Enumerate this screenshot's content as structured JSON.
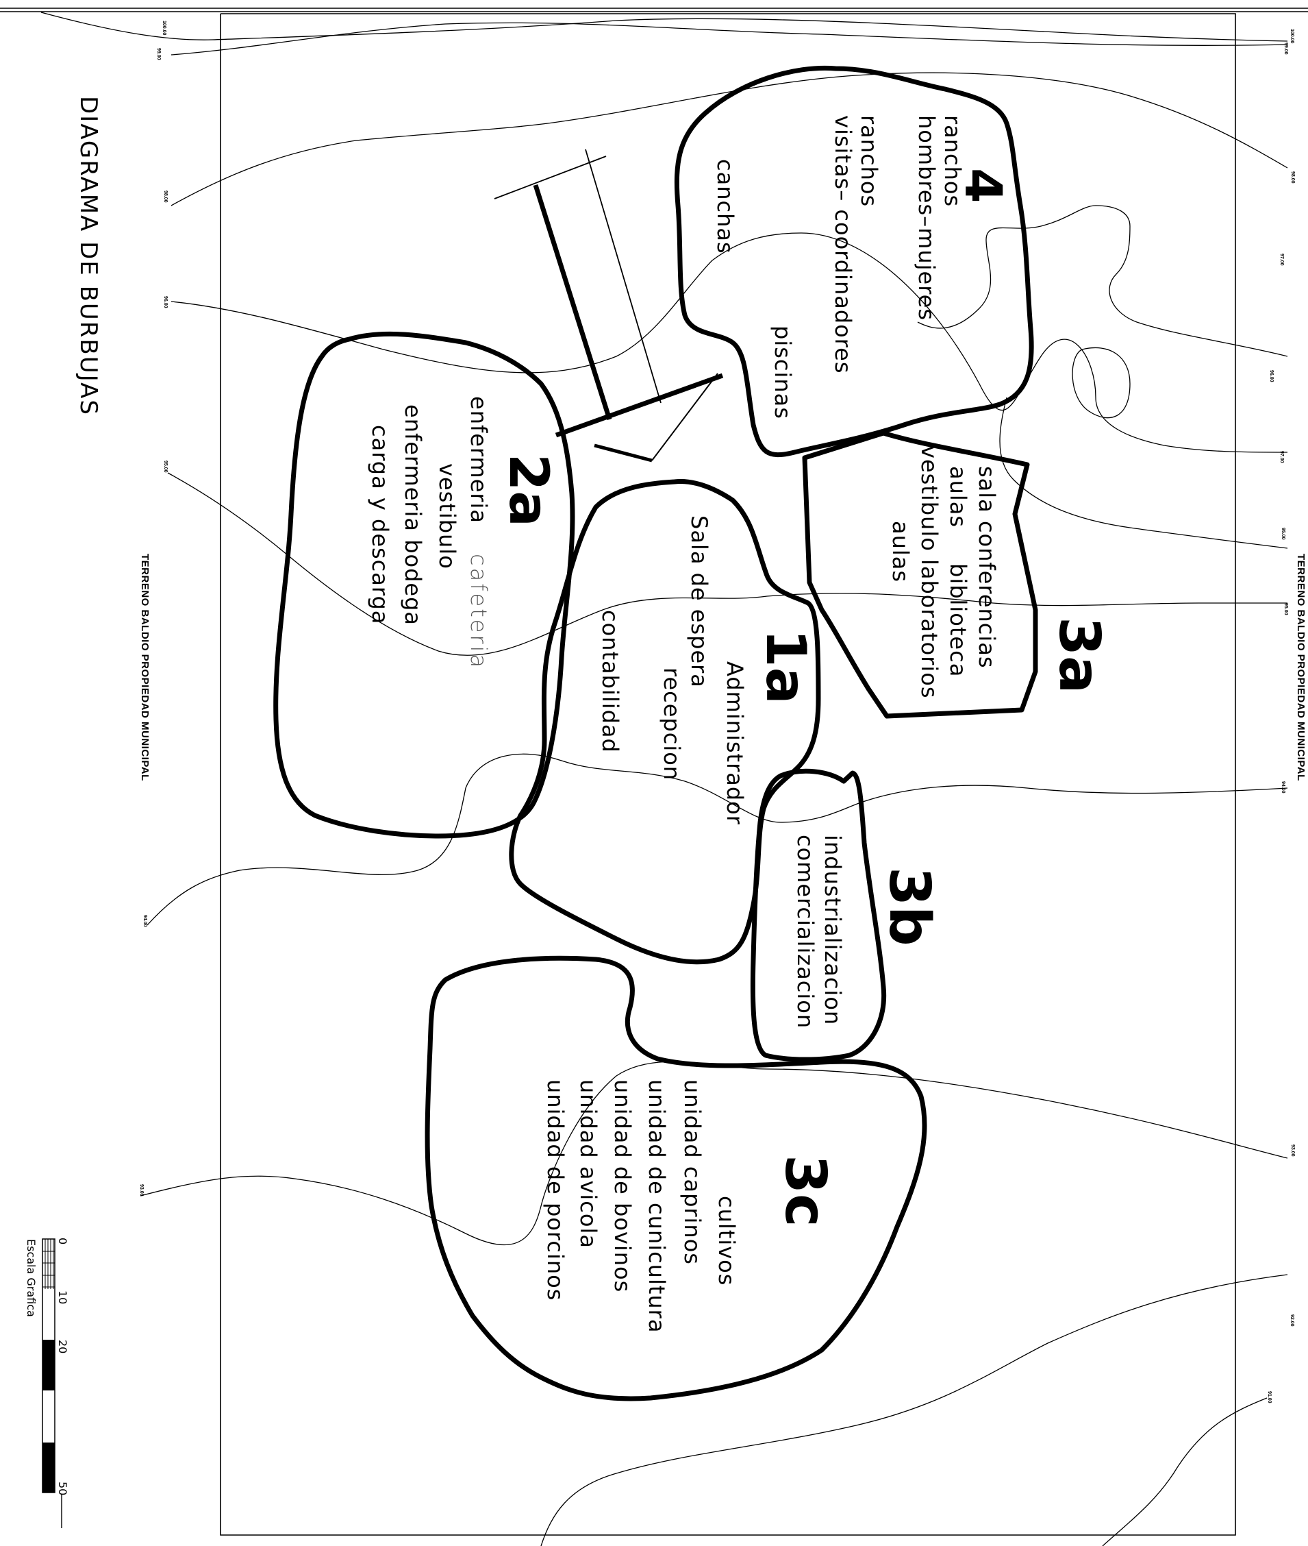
{
  "title": "DIAGRAMA DE BURBUJAS",
  "border_label": "TERRENO BALDIO PROPIEDAD MUNICIPAL",
  "bubbles": {
    "b4": {
      "number": "4",
      "lines": [
        "ranchos",
        "hombres–mujeres",
        "ranchos",
        "visitas– coordinadores",
        "piscinas",
        "canchas"
      ]
    },
    "b2a": {
      "number": "2a",
      "lines": [
        "enfermeria",
        "cafeteria",
        "vestibulo",
        "enfermeria bodega",
        "carga y descarga"
      ]
    },
    "b3a": {
      "number": "3a",
      "lines": [
        "sala conferencias",
        "aulas",
        "biblioteca",
        "vestibulo laboratorios",
        "aulas"
      ]
    },
    "b1a": {
      "number": "1a",
      "lines": [
        "Administrador",
        "Sala de espera",
        "recepcion",
        "contabilidad"
      ]
    },
    "b3b": {
      "number": "3b",
      "lines": [
        "industrializacion",
        "comercializacion"
      ]
    },
    "b3c": {
      "number": "3c",
      "lines": [
        "cultivos",
        "unidad caprinos",
        "unidad de cunicultura",
        "unidad de bovinos",
        "unidad avicola",
        "unidad de porcinos"
      ]
    }
  },
  "scale": {
    "title": "Escala Grafica",
    "ticks": [
      "0",
      "10",
      "20",
      "50"
    ]
  },
  "elevations": {
    "left": [
      "100.00",
      "99.00",
      "98.00",
      "96.00",
      "95.00",
      "94.00",
      "93.00"
    ],
    "right": [
      "100.00",
      "99.00",
      "98.00",
      "97.00",
      "96.00",
      "97.00",
      "95.00",
      "95.00",
      "94.00",
      "93.00",
      "92.00",
      "91.00"
    ]
  }
}
